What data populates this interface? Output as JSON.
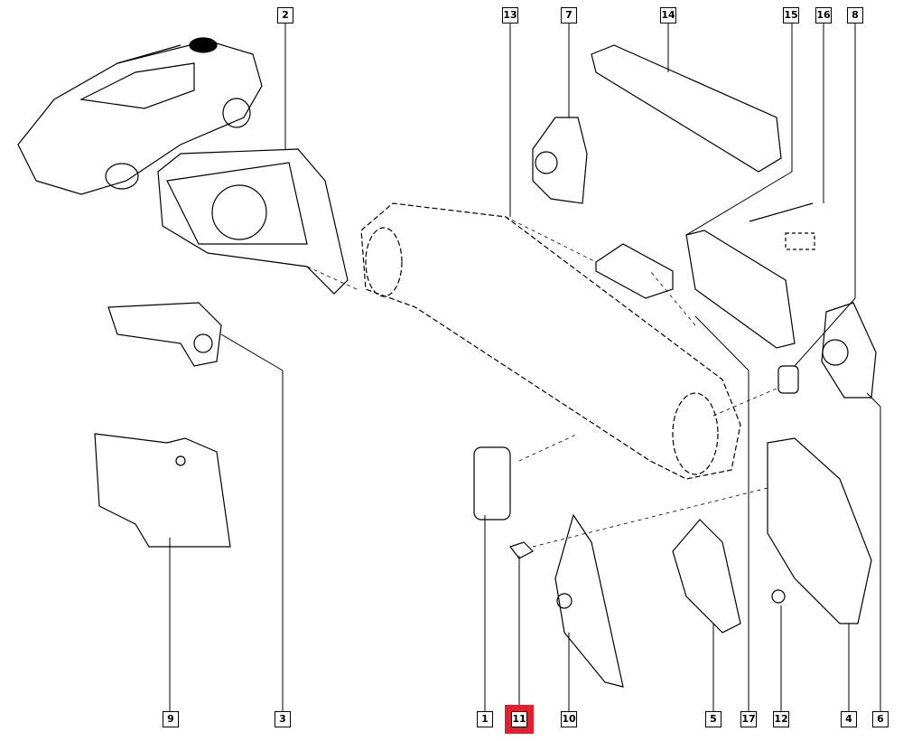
{
  "diagram": {
    "title": "Exploded view — rear bumper and lighting assembly",
    "highlighted_part": "11",
    "highlight_color": "#e5202e",
    "callouts_top": [
      "2",
      "13",
      "7",
      "14",
      "15",
      "16",
      "8"
    ],
    "callouts_bottom": [
      "9",
      "3",
      "1",
      "11",
      "10",
      "5",
      "17",
      "12",
      "4",
      "6"
    ],
    "parts": [
      {
        "id": "1",
        "label": "1"
      },
      {
        "id": "2",
        "label": "2"
      },
      {
        "id": "3",
        "label": "3"
      },
      {
        "id": "4",
        "label": "4"
      },
      {
        "id": "5",
        "label": "5"
      },
      {
        "id": "6",
        "label": "6"
      },
      {
        "id": "7",
        "label": "7"
      },
      {
        "id": "8",
        "label": "8"
      },
      {
        "id": "9",
        "label": "9"
      },
      {
        "id": "10",
        "label": "10"
      },
      {
        "id": "11",
        "label": "11"
      },
      {
        "id": "12",
        "label": "12"
      },
      {
        "id": "13",
        "label": "13"
      },
      {
        "id": "14",
        "label": "14"
      },
      {
        "id": "15",
        "label": "15"
      },
      {
        "id": "16",
        "label": "16"
      },
      {
        "id": "17",
        "label": "17"
      }
    ]
  }
}
